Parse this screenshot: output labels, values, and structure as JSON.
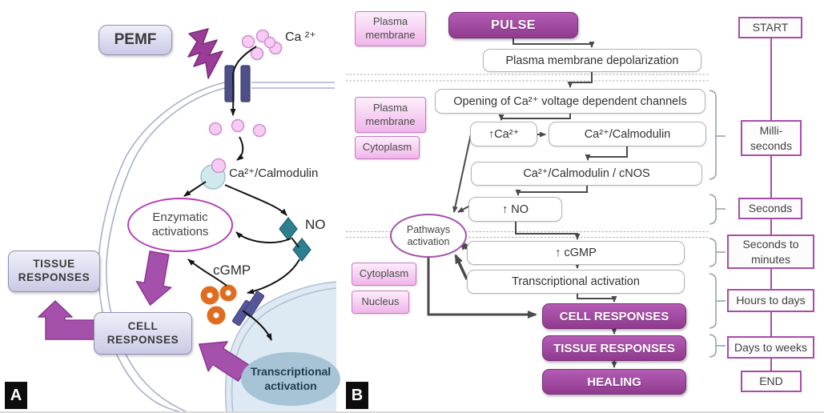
{
  "colors": {
    "purple_node": "#993d99",
    "purple_node_border": "#7a2d7a",
    "pink_label_bg": "#f3c0ee",
    "pink_label_border": "#c779c8",
    "timeline_border": "#a94ca9",
    "lavender_box": "#d9d9ee",
    "fat_arrow_purple": "#a551ab",
    "teal_diamond": "#2d7f90",
    "orange_ring": "#e06d1f",
    "connector_gray": "#4a4a4a",
    "membrane_line": "#a9afcf"
  },
  "panel_a": {
    "corner": "A",
    "pemf": "PEMF",
    "ca_ions_label": "Ca ²⁺",
    "calmodulin_label": "Ca²⁺/Calmodulin",
    "enzymatic": "Enzymatic activations",
    "no_label": "NO",
    "cgmp_label": "cGMP",
    "tissue": "TISSUE RESPONSES",
    "cell": "CELL RESPONSES",
    "transcriptional": "Transcriptional activation"
  },
  "panel_b": {
    "corner": "B",
    "labels": {
      "plasma_membrane_1": "Plasma membrane",
      "plasma_membrane_2": "Plasma membrane",
      "cytoplasm_1": "Cytoplasm",
      "cytoplasm_2": "Cytoplasm",
      "nucleus": "Nucleus"
    },
    "nodes": {
      "pulse": "PULSE",
      "depolarization": "Plasma membrane depolarization",
      "opening": "Opening of Ca²⁺ voltage dependent channels",
      "ca_increase": "↑Ca²⁺",
      "ca_calmodulin": "Ca²⁺/Calmodulin",
      "ca_calmodulin_cnos": "Ca²⁺/Calmodulin / cNOS",
      "no_increase": "↑ NO",
      "pathways": "Pathways activation",
      "cgmp_increase": "↑ cGMP",
      "transcriptional": "Transcriptional activation",
      "cell": "CELL RESPONSES",
      "tissue": "TISSUE RESPONSES",
      "healing": "HEALING"
    }
  },
  "timeline": {
    "items": [
      "START",
      "Milli-seconds",
      "Seconds",
      "Seconds to minutes",
      "Hours to days",
      "Days to weeks",
      "END"
    ]
  }
}
